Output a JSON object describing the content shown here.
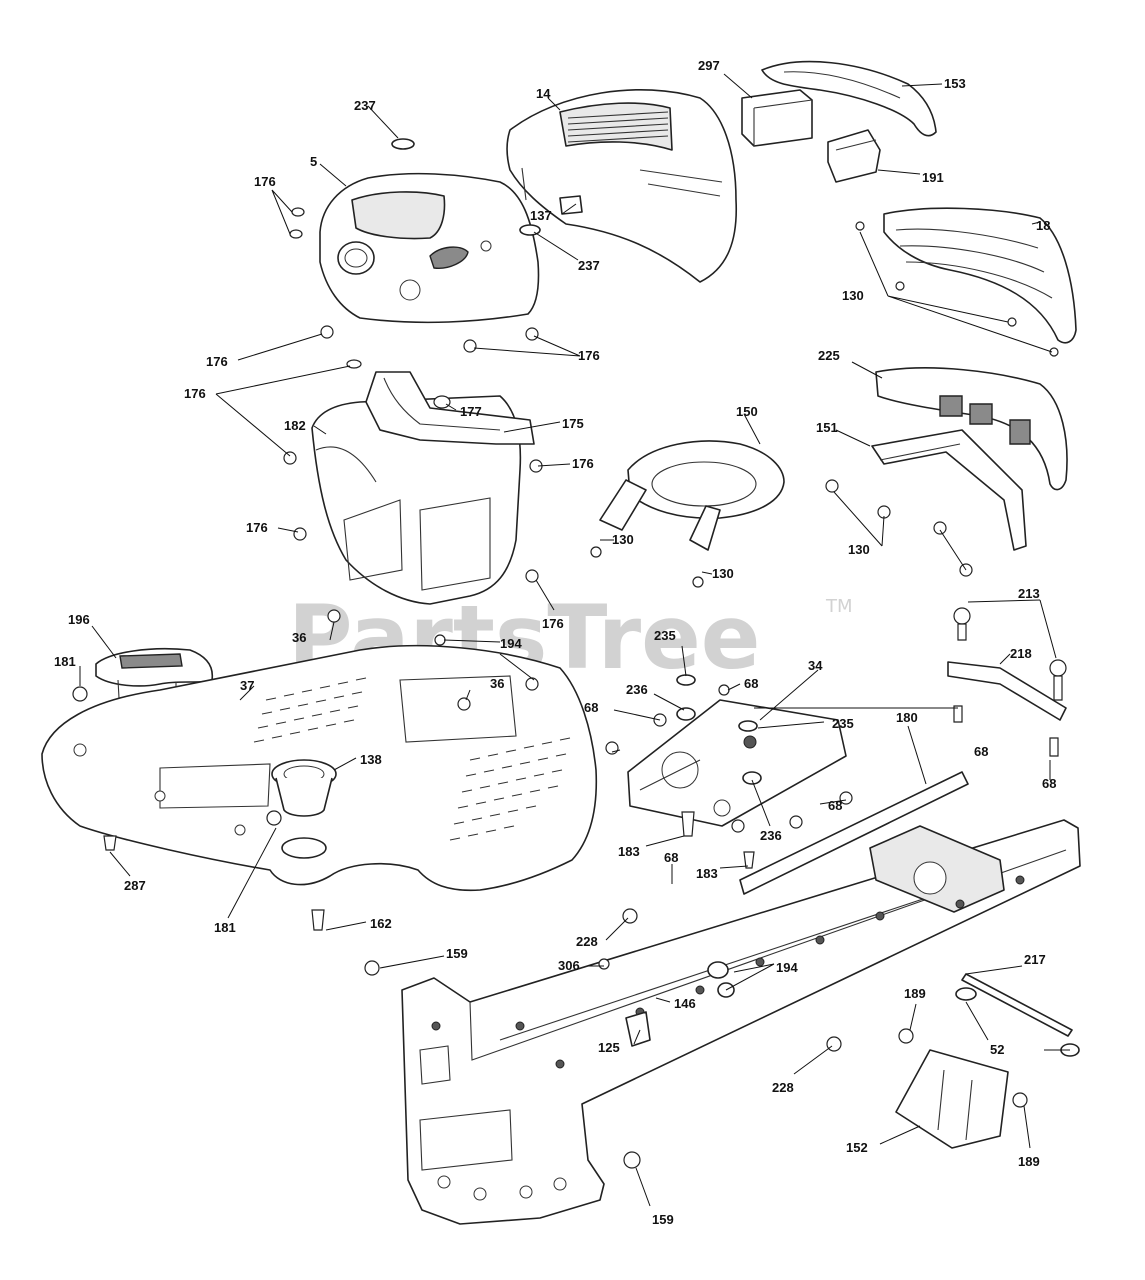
{
  "watermark": {
    "text": "PartsTree",
    "trademark": "TM"
  },
  "callouts": {
    "c237a": "237",
    "c14": "14",
    "c297": "297",
    "c153": "153",
    "c176a": "176",
    "c5": "5",
    "c137": "137",
    "c237b": "237",
    "c191": "191",
    "c18": "18",
    "c130a": "130",
    "c176b": "176",
    "c176c": "176",
    "c225": "225",
    "c176d": "176",
    "c177": "177",
    "c182": "182",
    "c175": "175",
    "c150": "150",
    "c176e": "176",
    "c151": "151",
    "c176f": "176",
    "c130b": "130",
    "c130c": "130",
    "c130d": "130",
    "c176g": "176",
    "c196": "196",
    "c36a": "36",
    "c194a": "194",
    "c213": "213",
    "c181a": "181",
    "c37": "37",
    "c36b": "36",
    "c235a": "235",
    "c236a": "236",
    "c68a": "68",
    "c34": "34",
    "c218": "218",
    "c68b": "68",
    "c235b": "235",
    "c180": "180",
    "c138": "138",
    "c68c": "68",
    "c68d": "68",
    "c236b": "236",
    "c68e": "68",
    "c183a": "183",
    "c68f": "68",
    "c183b": "183",
    "c287": "287",
    "c181b": "181",
    "c162": "162",
    "c228a": "228",
    "c159a": "159",
    "c306": "306",
    "c194b": "194",
    "c217": "217",
    "c146": "146",
    "c189a": "189",
    "c125": "125",
    "c52": "52",
    "c228b": "228",
    "c152": "152",
    "c189b": "189",
    "c159b": "159"
  }
}
